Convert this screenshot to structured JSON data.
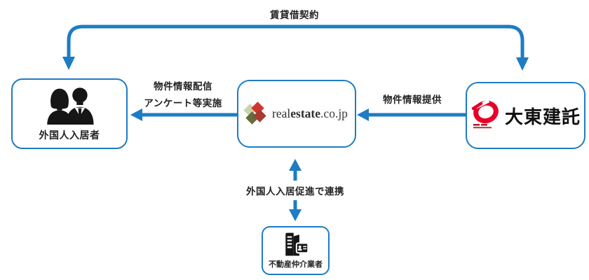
{
  "diagram": {
    "title_flow_top": "賃貸借契約",
    "flows": {
      "realestate_to_residents_line1": "物件情報配信",
      "realestate_to_residents_line2": "アンケート等実施",
      "daito_to_realestate": "物件情報提供",
      "realestate_broker_link": "外国人入居促進で連携"
    },
    "nodes": {
      "foreign_residents": {
        "label": "外国人入居者"
      },
      "realestate": {
        "logo_real": "real",
        "logo_estate": "estate",
        "logo_domain": ".co.jp"
      },
      "daito_kentaku": {
        "label": "大東建託"
      },
      "broker": {
        "label": "不動産仲介業者"
      }
    },
    "colors": {
      "arrow_blue": "#1d7cc4",
      "box_border_blue": "#1d7cc4",
      "text_dark": "#222222",
      "daito_red": "#e60027",
      "realestate_mark_light_green": "#ccd3a8",
      "realestate_mark_red": "#d23530",
      "realestate_mark_olive": "#646b3f",
      "realestate_mark_rust": "#a63c31",
      "icon_black": "#161616"
    }
  }
}
